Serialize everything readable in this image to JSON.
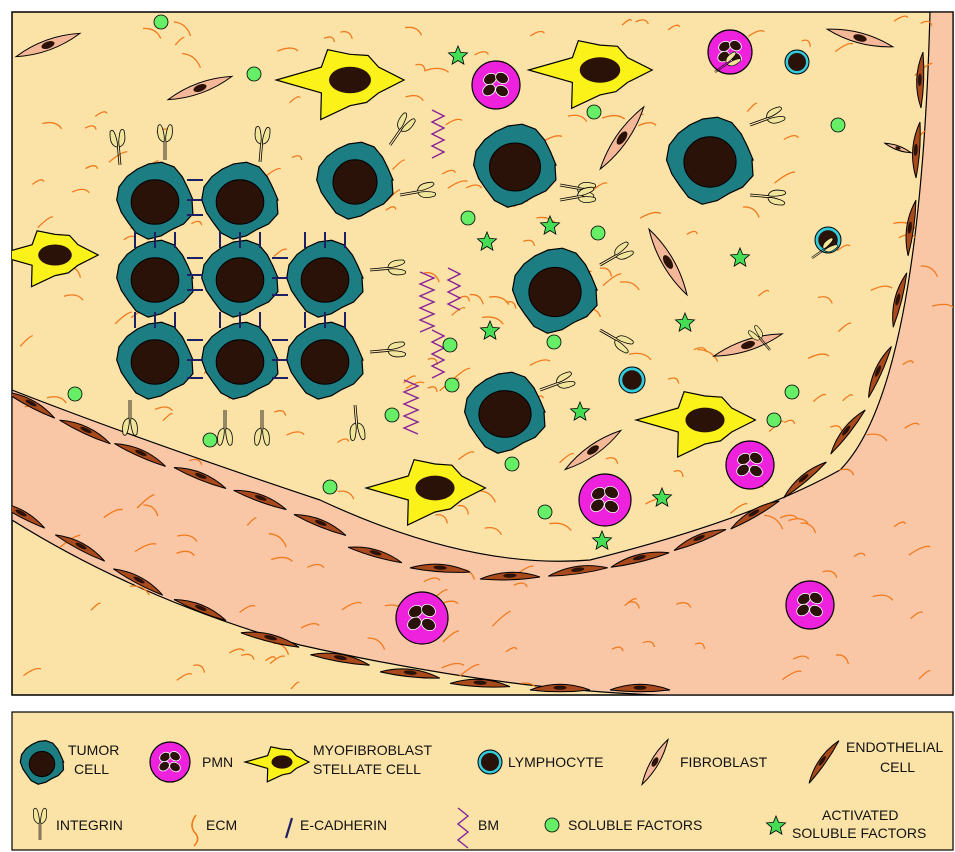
{
  "legend": {
    "tumor_cell": [
      "TUMOR",
      "CELL"
    ],
    "pmn": "PMN",
    "myofibroblast": [
      "MYOFIBROBLAST",
      "STELLATE CELL"
    ],
    "lymphocyte": "LYMPHOCYTE",
    "fibroblast": "FIBROBLAST",
    "endothelial": [
      "ENDOTHELIAL",
      "CELL"
    ],
    "integrin": "INTEGRIN",
    "ecm": "ECM",
    "e_cadherin": "E-CADHERIN",
    "bm": "BM",
    "soluble": "SOLUBLE FACTORS",
    "activated": [
      "ACTIVATED",
      "SOLUBLE FACTORS"
    ]
  },
  "colors": {
    "stroma": "#fbe3a8",
    "vessel": "#f9c6a6",
    "tumor": "#1c7d82",
    "nucleus": "#2b1208",
    "pmn": "#ee22dd",
    "myofibroblast": "#fbf21a",
    "fibroblast": "#f4b898",
    "endothelial": "#a84a1c",
    "ecm": "#f07a1c",
    "integrin": "#f0e59a",
    "ecadherin": "#1f1f66",
    "bm": "#882299",
    "soluble": "#66ee66",
    "activated": "#44dd55",
    "lymph_ring": "#33ccdd"
  },
  "icons": [
    "tumor-cell-icon",
    "pmn-icon",
    "myofibroblast-icon",
    "lymphocyte-icon",
    "fibroblast-icon",
    "endothelial-icon",
    "integrin-icon",
    "ecm-icon",
    "e-cadherin-icon",
    "bm-icon",
    "soluble-factor-icon",
    "activated-factor-icon"
  ]
}
